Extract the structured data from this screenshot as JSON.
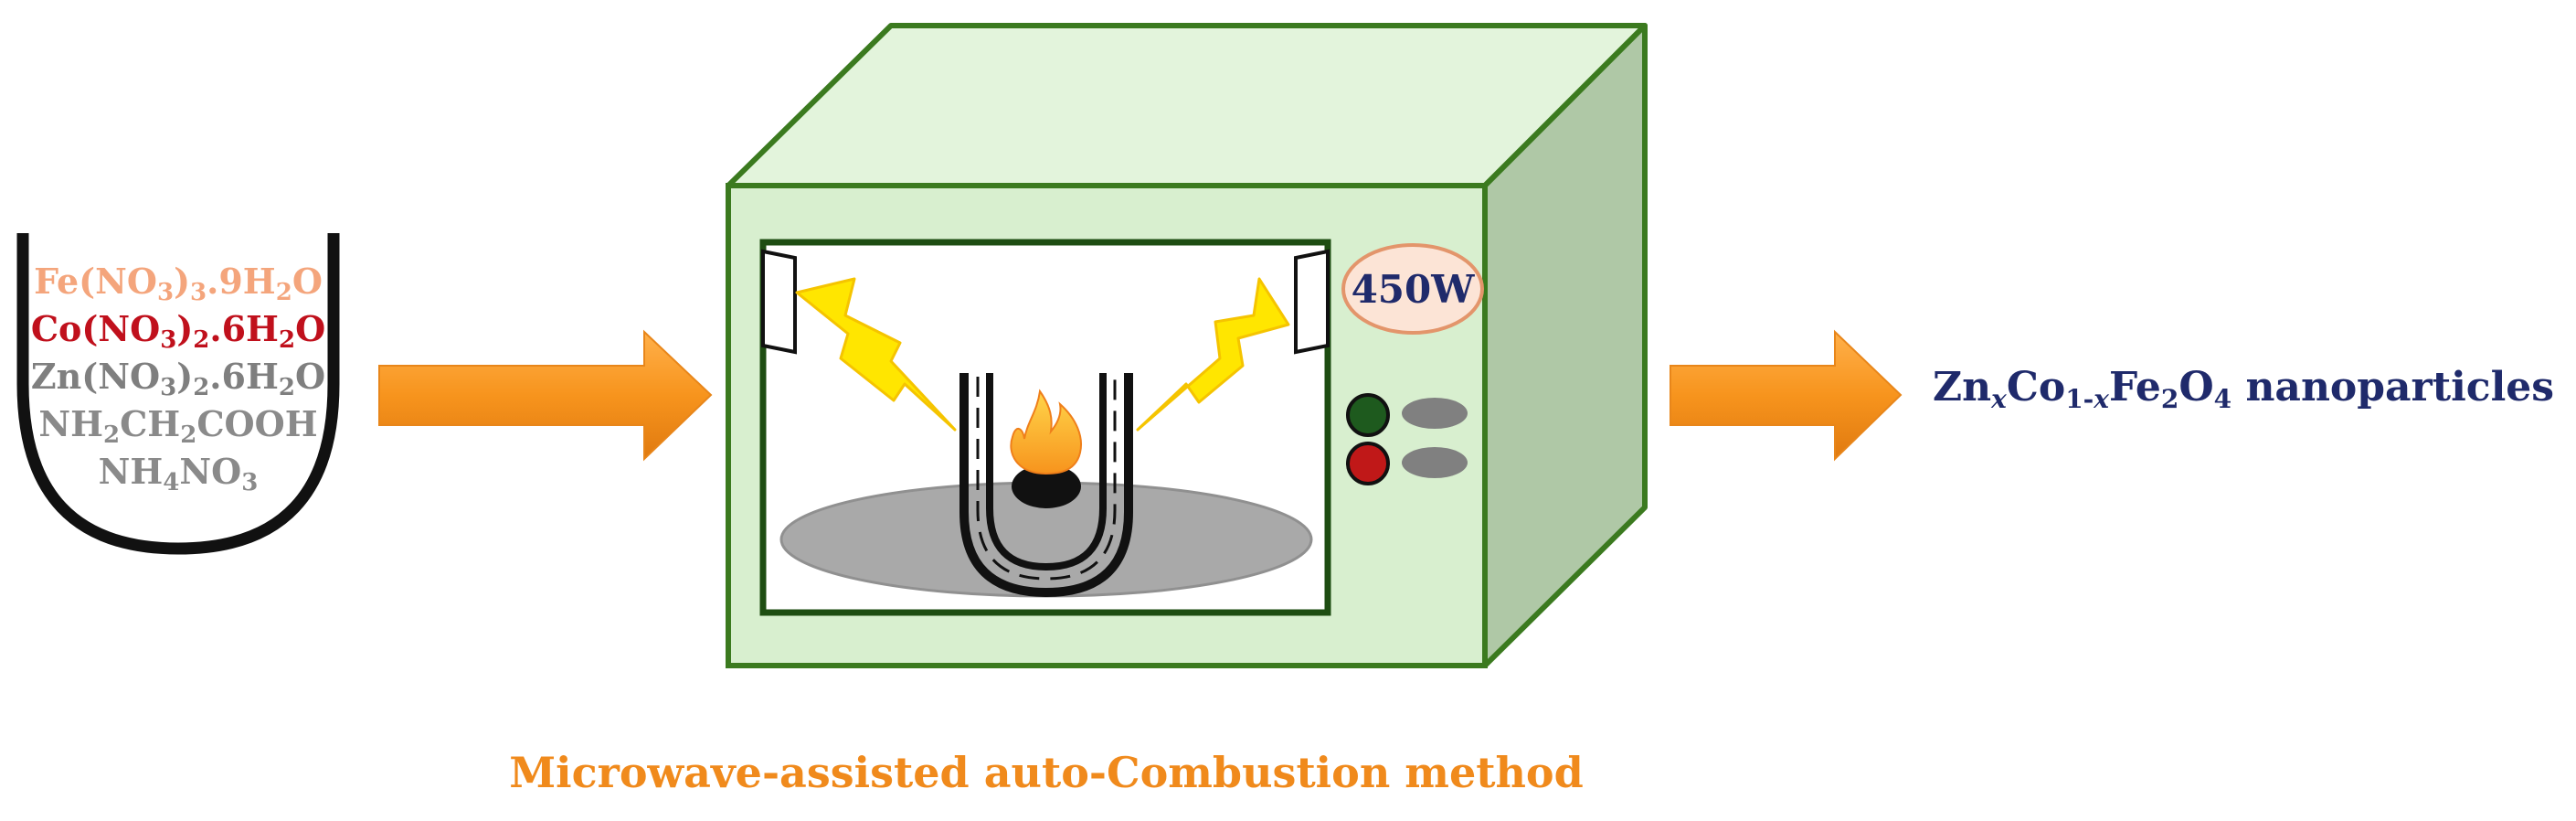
{
  "reagents": {
    "items": [
      {
        "parts": [
          {
            "t": "Fe(NO"
          },
          {
            "s": "3"
          },
          {
            "t": ")"
          },
          {
            "s": "3"
          },
          {
            "t": ".9H"
          },
          {
            "s": "2"
          },
          {
            "t": "O"
          }
        ]
      },
      {
        "parts": [
          {
            "t": "Co(NO"
          },
          {
            "s": "3"
          },
          {
            "t": ")"
          },
          {
            "s": "2"
          },
          {
            "t": ".6H"
          },
          {
            "s": "2"
          },
          {
            "t": "O"
          }
        ]
      },
      {
        "parts": [
          {
            "t": "Zn(NO"
          },
          {
            "s": "3"
          },
          {
            "t": ")"
          },
          {
            "s": "2"
          },
          {
            "t": ".6H"
          },
          {
            "s": "2"
          },
          {
            "t": "O"
          }
        ]
      },
      {
        "parts": [
          {
            "t": "NH"
          },
          {
            "s": "2"
          },
          {
            "t": "CH"
          },
          {
            "s": "2"
          },
          {
            "t": "COOH"
          }
        ]
      },
      {
        "parts": [
          {
            "t": "NH"
          },
          {
            "s": "4"
          },
          {
            "t": "NO"
          },
          {
            "s": "3"
          }
        ]
      }
    ]
  },
  "microwave": {
    "power_label": "450W"
  },
  "product": {
    "element_a": "Zn",
    "sub_a": "x",
    "element_b": "Co",
    "sub_b_num": "1-",
    "sub_b_var": "x",
    "element_c": "Fe",
    "sub_c": "2",
    "element_d": "O",
    "sub_d": "4",
    "word": " nanoparticles"
  },
  "method_caption": "Microwave-assisted auto-Combustion method",
  "colors": {
    "reagent_colors": [
      "#f4a57c",
      "#c0101c",
      "#7f7f7f",
      "#8a8a8a",
      "#8a8a8a"
    ],
    "oven_front": "#d8efcf",
    "oven_top": "#e3f4dc",
    "oven_side": "#afc8a6",
    "oven_edge": "#3b7a1f",
    "arrow": "#f7941d",
    "product_text": "#1f2a6b",
    "method_text": "#f08a1c",
    "green_button": "#1e5a1e",
    "red_button": "#c01818",
    "grey_button": "#808080",
    "bolt": "#ffe600",
    "flame": "#f7941d"
  }
}
